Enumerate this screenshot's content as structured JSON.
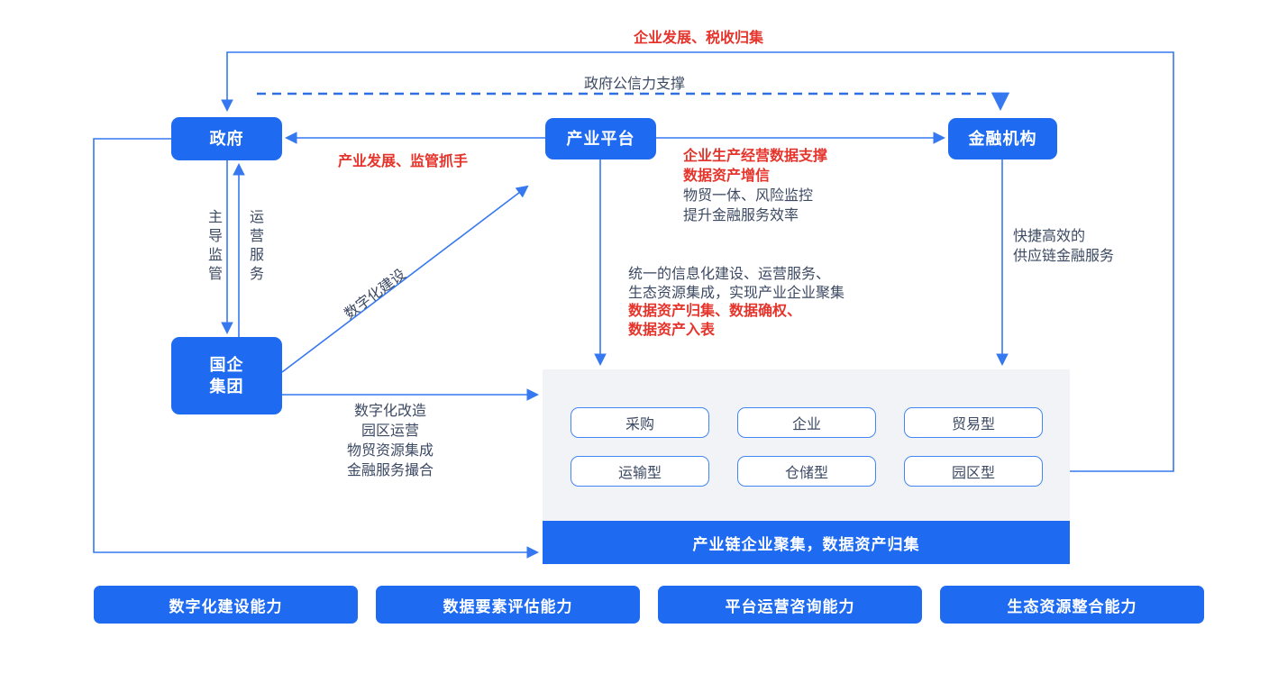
{
  "colors": {
    "primary_blue": "#1e6bf2",
    "line_blue": "#3578f0",
    "accent_red": "#e5342b",
    "dark_text": "#3d4a63",
    "panel_bg": "#f2f3f7"
  },
  "nodes": {
    "government": "政府",
    "platform": "产业平台",
    "finance": "金融机构",
    "soe_line1": "国企",
    "soe_line2": "集团"
  },
  "edge_labels": {
    "top_loop": "企业发展、税收归集",
    "credibility": "政府公信力支撑",
    "platform_to_gov": "产业发展、监管抓手",
    "gov_to_soe_vertical": "主导监管",
    "soe_to_gov_vertical": "运营服务",
    "diagonal": "数字化建设",
    "platform_to_finance": {
      "0": "企业生产经营数据支撑",
      "1": "数据资产增信",
      "2": "物贸一体、风险监控",
      "3": "提升金融服务效率"
    },
    "finance_to_panel": {
      "0": "快捷高效的",
      "1": "供应链金融服务"
    },
    "platform_to_panel": {
      "0": "统一的信息化建设、运营服务、",
      "1": "生态资源集成，实现产业企业聚集",
      "2": "数据资产归集、数据确权、",
      "3": "数据资产入表"
    },
    "soe_to_panel": {
      "0": "数字化改造",
      "1": "园区运营",
      "2": "物贸资源集成",
      "3": "金融服务撮合"
    }
  },
  "panel": {
    "enterprise_types": {
      "0": "采购",
      "1": "企业",
      "2": "贸易型",
      "3": "运输型",
      "4": "仓储型",
      "5": "园区型"
    },
    "bar": "产业链企业聚集，数据资产归集"
  },
  "capabilities": {
    "0": "数字化建设能力",
    "1": "数据要素评估能力",
    "2": "平台运营咨询能力",
    "3": "生态资源整合能力"
  }
}
